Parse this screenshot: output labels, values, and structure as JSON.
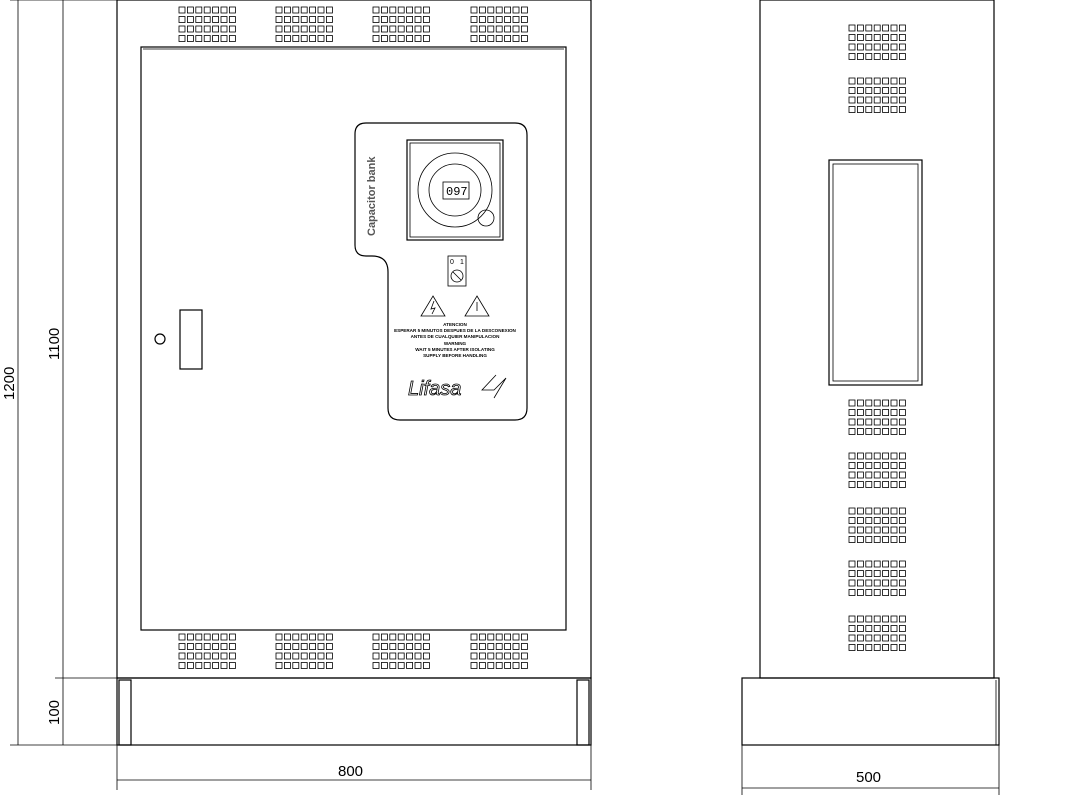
{
  "dimensions": {
    "total_height": "1200",
    "cabinet_height": "1100",
    "plinth_height": "100",
    "width": "800",
    "depth": "500"
  },
  "panel": {
    "title": "Capacitor bank",
    "display_value": "097",
    "switch_off": "0",
    "switch_on": "1",
    "warning_es_title": "ATENCION",
    "warning_es_line1": "ESPERAR 5 MINUTOS DESPUES DE LA DESCONEXION",
    "warning_es_line2": "ANTES DE CUALQUIER MANIPULACION",
    "warning_en_title": "WARNING",
    "warning_en_line1": "WAIT 5 MINUTES AFTER ISOLATING",
    "warning_en_line2": "SUPPLY BEFORE HANDLING",
    "brand": "Lifasa"
  }
}
